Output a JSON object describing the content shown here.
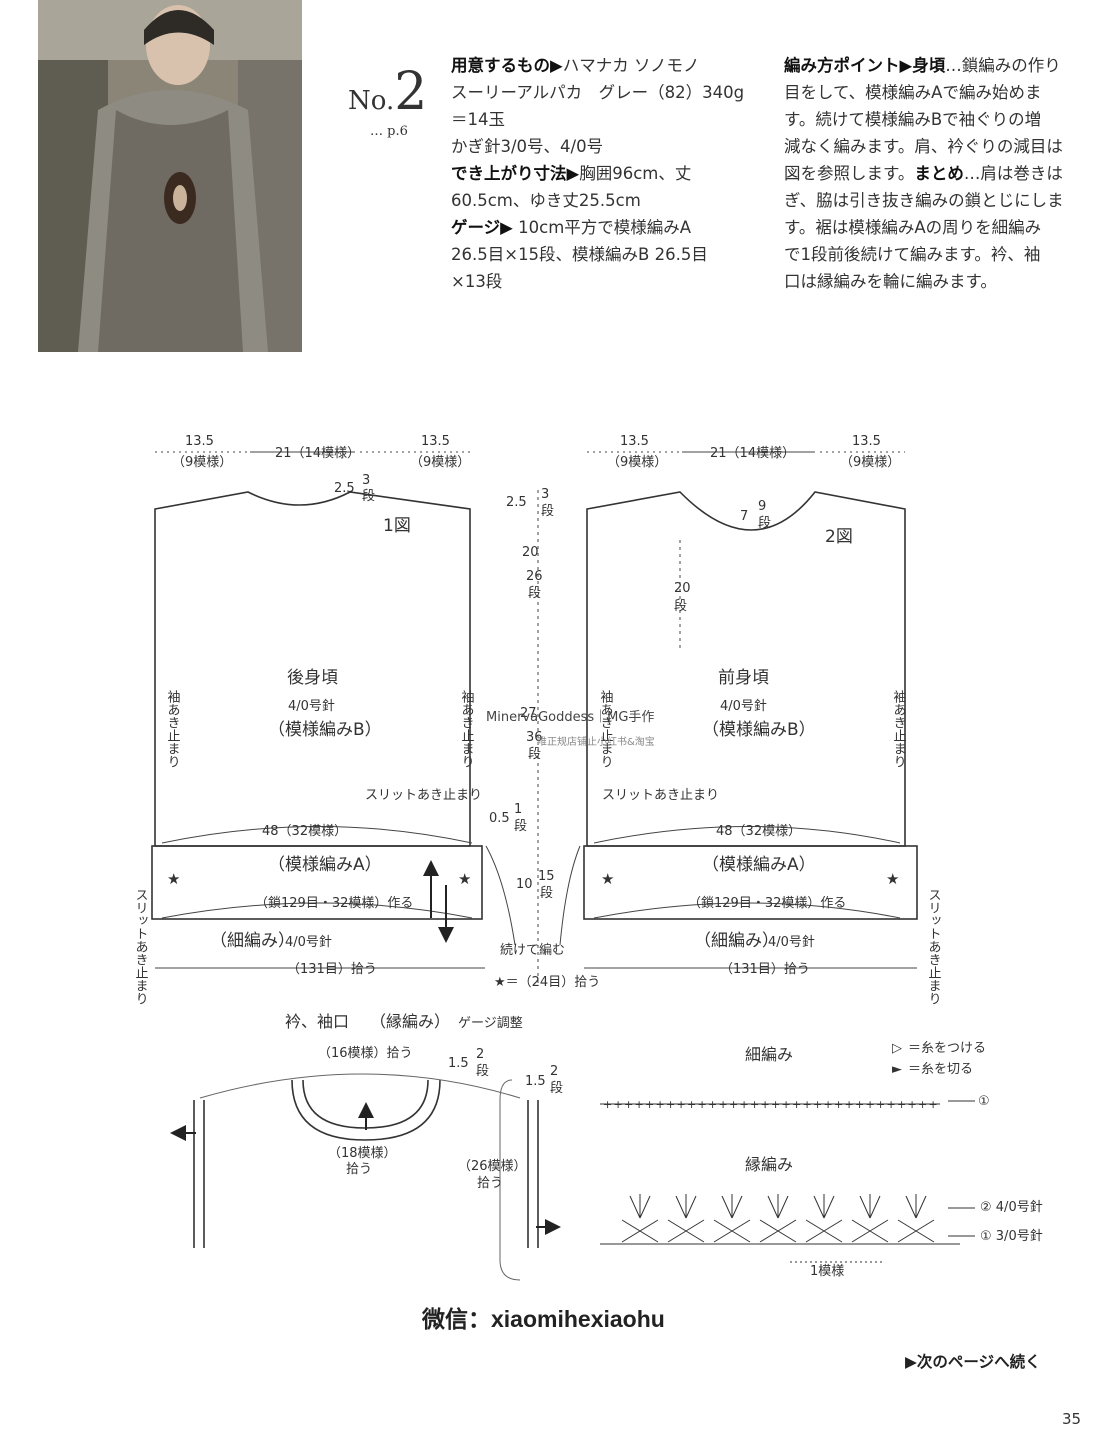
{
  "header": {
    "label": "No.",
    "number": "2",
    "page_ref": "… p.6"
  },
  "materials": {
    "label1": "用意するもの",
    "line1": "ハマナカ ソノモノ",
    "line2": "スーリーアルパカ　グレー（82）340g",
    "line3": "＝14玉",
    "line4": "かぎ針3/0号、4/0号",
    "label2": "でき上がり寸法",
    "line5": "胸囲96cm、丈",
    "line6": "60.5cm、ゆき丈25.5cm",
    "label3": "ゲージ",
    "line7": "10cm平方で模様編みA",
    "line8": "26.5目×15段、模様編みB 26.5目",
    "line9": "×13段"
  },
  "method": {
    "label1": "編み方ポイント",
    "label2": "身頃",
    "line1": "…鎖編みの作り",
    "line2": "目をして、模様編みAで編み始めま",
    "line3": "す。続けて模様編みBで袖ぐりの増",
    "line4": "減なく編みます。肩、衿ぐりの減目は",
    "line5a": "図を参照します。",
    "label3": "まとめ",
    "line5b": "…肩は巻きは",
    "line6": "ぎ、脇は引き抜き編みの鎖とじにしま",
    "line7": "す。裾は模様編みAの周りを細編み",
    "line8": "で1段前後続けて編みます。衿、袖",
    "line9": "口は縁編みを輪に編みます。"
  },
  "diagram": {
    "w_side": "13.5",
    "w_side_sub": "（9模様）",
    "w_center": "21（14模様）",
    "back_neck_depth": "2.5",
    "back_neck_rows": "3",
    "dan": "段",
    "fig1": "1図",
    "fig2": "2図",
    "front_neck_depth": "7",
    "front_neck_rows": "9",
    "front_neck_rows2": "20",
    "c_val1": "2.5",
    "c_rows1": "3",
    "c_val2": "20",
    "c_rows2": "26",
    "c_val3": "27",
    "c_rows3": "36",
    "c_val4": "0.5",
    "c_rows4": "1",
    "c_val5": "10",
    "c_rows5": "15",
    "back_title": "後身頃",
    "front_title": "前身頃",
    "needle": "4/0号針",
    "pattern_b": "（模様編みB）",
    "sleeve_opening": "袖あき止まり",
    "slit_stop": "スリットあき止まり",
    "slit_opening": "スリットあき止まり",
    "width48": "48（32模様）",
    "pattern_a": "（模様編みA）",
    "chain_start": "（鎖129目・32模様）作る",
    "sc_needle_label": "（細編み）",
    "sc_needle": "4/0号針",
    "pickup131": "（131目）拾う",
    "continue": "続けて編む",
    "star_note": "★＝（24目）拾う",
    "star": "★"
  },
  "collar": {
    "title": "衿、袖口",
    "subtitle": "（縁編み）",
    "gauge_adjust": "ゲージ調整",
    "pick16": "（16模様）拾う",
    "pick18a": "（18模様）",
    "pick18b": "拾う",
    "pick26a": "（26模様）",
    "pick26b": "拾う",
    "h_val": "1.5",
    "h_rows": "2"
  },
  "legend": {
    "sc_title": "細編み",
    "attach": "＝糸をつける",
    "cut": "＝糸を切る",
    "row1": "①",
    "edge_title": "縁編み",
    "row2_label": "② 4/0号針",
    "row1_label": "① 3/0号針",
    "repeat": "1模様"
  },
  "watermark": {
    "brand": "MinervaGoddess｜MG手作",
    "note": "唯正规店铺止小红书&淘宝"
  },
  "footer": {
    "wechat_label": "微信：",
    "wechat_id": "xiaomihexiaohu",
    "continue": "▶次のページへ続く",
    "page": "35"
  }
}
